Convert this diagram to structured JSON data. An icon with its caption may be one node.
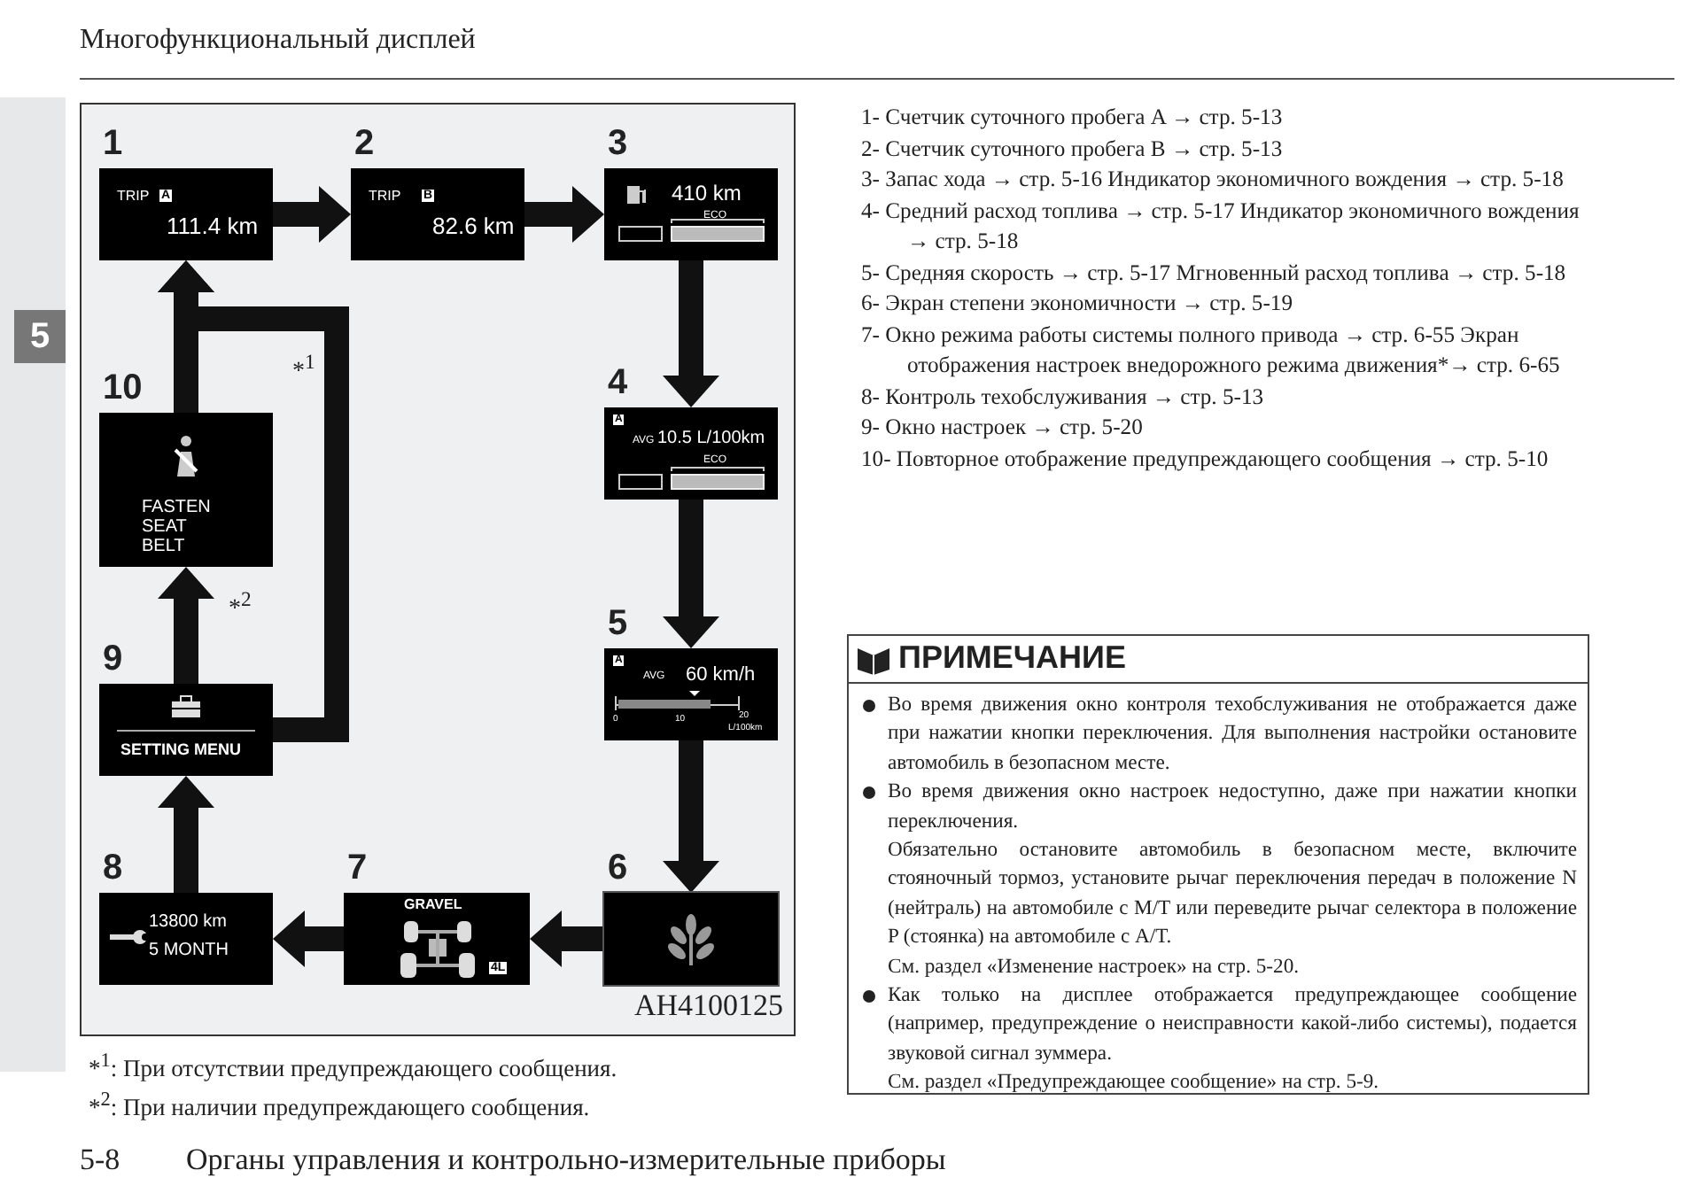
{
  "diagram": {
    "title": "Многофункциональный дисплей",
    "nodes": [
      {
        "text": [
          "AH4100125"
        ]
      },
      {
        "text": [
          "TRIP",
          "A",
          "111.4 km"
        ],
        "in": 0,
        "beside": [
          "1"
        ]
      },
      {
        "text": [
          "TRIP",
          "B",
          "82.6 km"
        ],
        "in": 0,
        "beside": [
          "2"
        ]
      },
      {
        "text": [
          "410 km",
          "ECO"
        ],
        "in": 0,
        "beside": [
          "3"
        ]
      },
      {
        "text": [
          "A",
          "AVG",
          "10.5 L/100km",
          "ECO"
        ],
        "in": 0,
        "beside": [
          "4"
        ]
      },
      {
        "text": [
          "A",
          "AVG",
          "60 km/h",
          "0",
          "10",
          "20",
          "L/100km"
        ],
        "in": 0,
        "beside": [
          "5"
        ]
      },
      {
        "text": [],
        "shape": "box",
        "in": 0,
        "beside": [
          "6"
        ]
      },
      {
        "text": [
          "GRAVEL",
          "4L"
        ],
        "in": 0,
        "beside": [
          "7"
        ]
      },
      {
        "text": [
          "13800 km",
          "5 MONTH"
        ],
        "in": 0,
        "beside": [
          "8"
        ]
      },
      {
        "text": [
          "SETTING MENU"
        ],
        "in": 0,
        "beside": [
          "9"
        ]
      },
      {
        "text": [
          "FASTEN SEAT BELT"
        ],
        "in": 0,
        "beside": [
          "10"
        ]
      },
      {
        "text": [
          "ПРИМЕЧАНИЕ",
          "Во время движения окно контроля техобслуживания не отображается даже при нажатии кнопки переключения. Для выполнения настройки остановите автомобиль в безопасном месте.",
          "Во время движения окно настроек недоступно, даже при нажатии кнопки переключения.",
          "Обязательно остановите автомобиль в безопасном месте, включите стояночный тормоз, установите рычаг переключения передач в положение N (нейтраль) на автомобиле с M/T или переведите рычаг селектора в положение P (стоянка) на автомобиле с A/T.",
          "См. раздел «Изменение настроек» на стр. 5-20.",
          "Как только на дисплее отображается предупреждающее сообщение (например, предупреждение о неисправности какой-либо системы), подается звуковой сигнал зуммера.",
          "См. раздел «Предупреждающее сообщение» на стр. 5-9."
        ]
      }
    ],
    "edges": [
      {
        "from": 1,
        "to": 2,
        "arrow": "to"
      },
      {
        "from": 2,
        "to": 3,
        "arrow": "to"
      },
      {
        "from": 3,
        "to": 4,
        "arrow": "to"
      },
      {
        "from": 4,
        "to": 5,
        "arrow": "to"
      },
      {
        "from": 5,
        "to": 6,
        "arrow": "to"
      },
      {
        "from": 6,
        "to": 7,
        "arrow": "to"
      },
      {
        "from": 7,
        "to": 8,
        "arrow": "to"
      },
      {
        "from": 8,
        "to": 9,
        "arrow": "to"
      },
      {
        "from": 9,
        "to": 10,
        "arrow": "to",
        "label": "*$^{2}$"
      },
      {
        "from": 9,
        "to": 1,
        "arrow": "to",
        "label": "*$^{1}$"
      },
      {
        "from": 10,
        "to": 1,
        "arrow": "to"
      }
    ],
    "labels": [
      "5",
      "1- Счетчик суточного пробега A → стр. 5-13",
      "2- Счетчик суточного пробега B → стр. 5-13",
      "3- Запас хода → стр. 5-16 Индикатор экономичного вождения → стр. 5-18",
      "4- Средний расход топлива → стр. 5-17 Индикатор экономичного вождения → стр. 5-18",
      "5- Средняя скорость → стр. 5-17 Мгновенный расход топлива → стр. 5-18",
      "6- Экран степени экономичности → стр. 5-19",
      "7- Окно режима работы системы полного привода → стр. 6-55 Экран отображения настроек внедорожного режима движения*→ стр. 6-65",
      "8- Контроль техобслуживания → стр. 5-13",
      "9- Окно настроек → стр. 5-20",
      "10- Повторное отображение предупреждающего сообщения → стр. 5-10",
      "*$^{1}$: При отсутствии предупреждающего сообщения.",
      "*$^{2}$: При наличии предупреждающего сообщения.",
      "5-8",
      "Органы управления и контрольно-измерительные приборы"
    ]
  }
}
